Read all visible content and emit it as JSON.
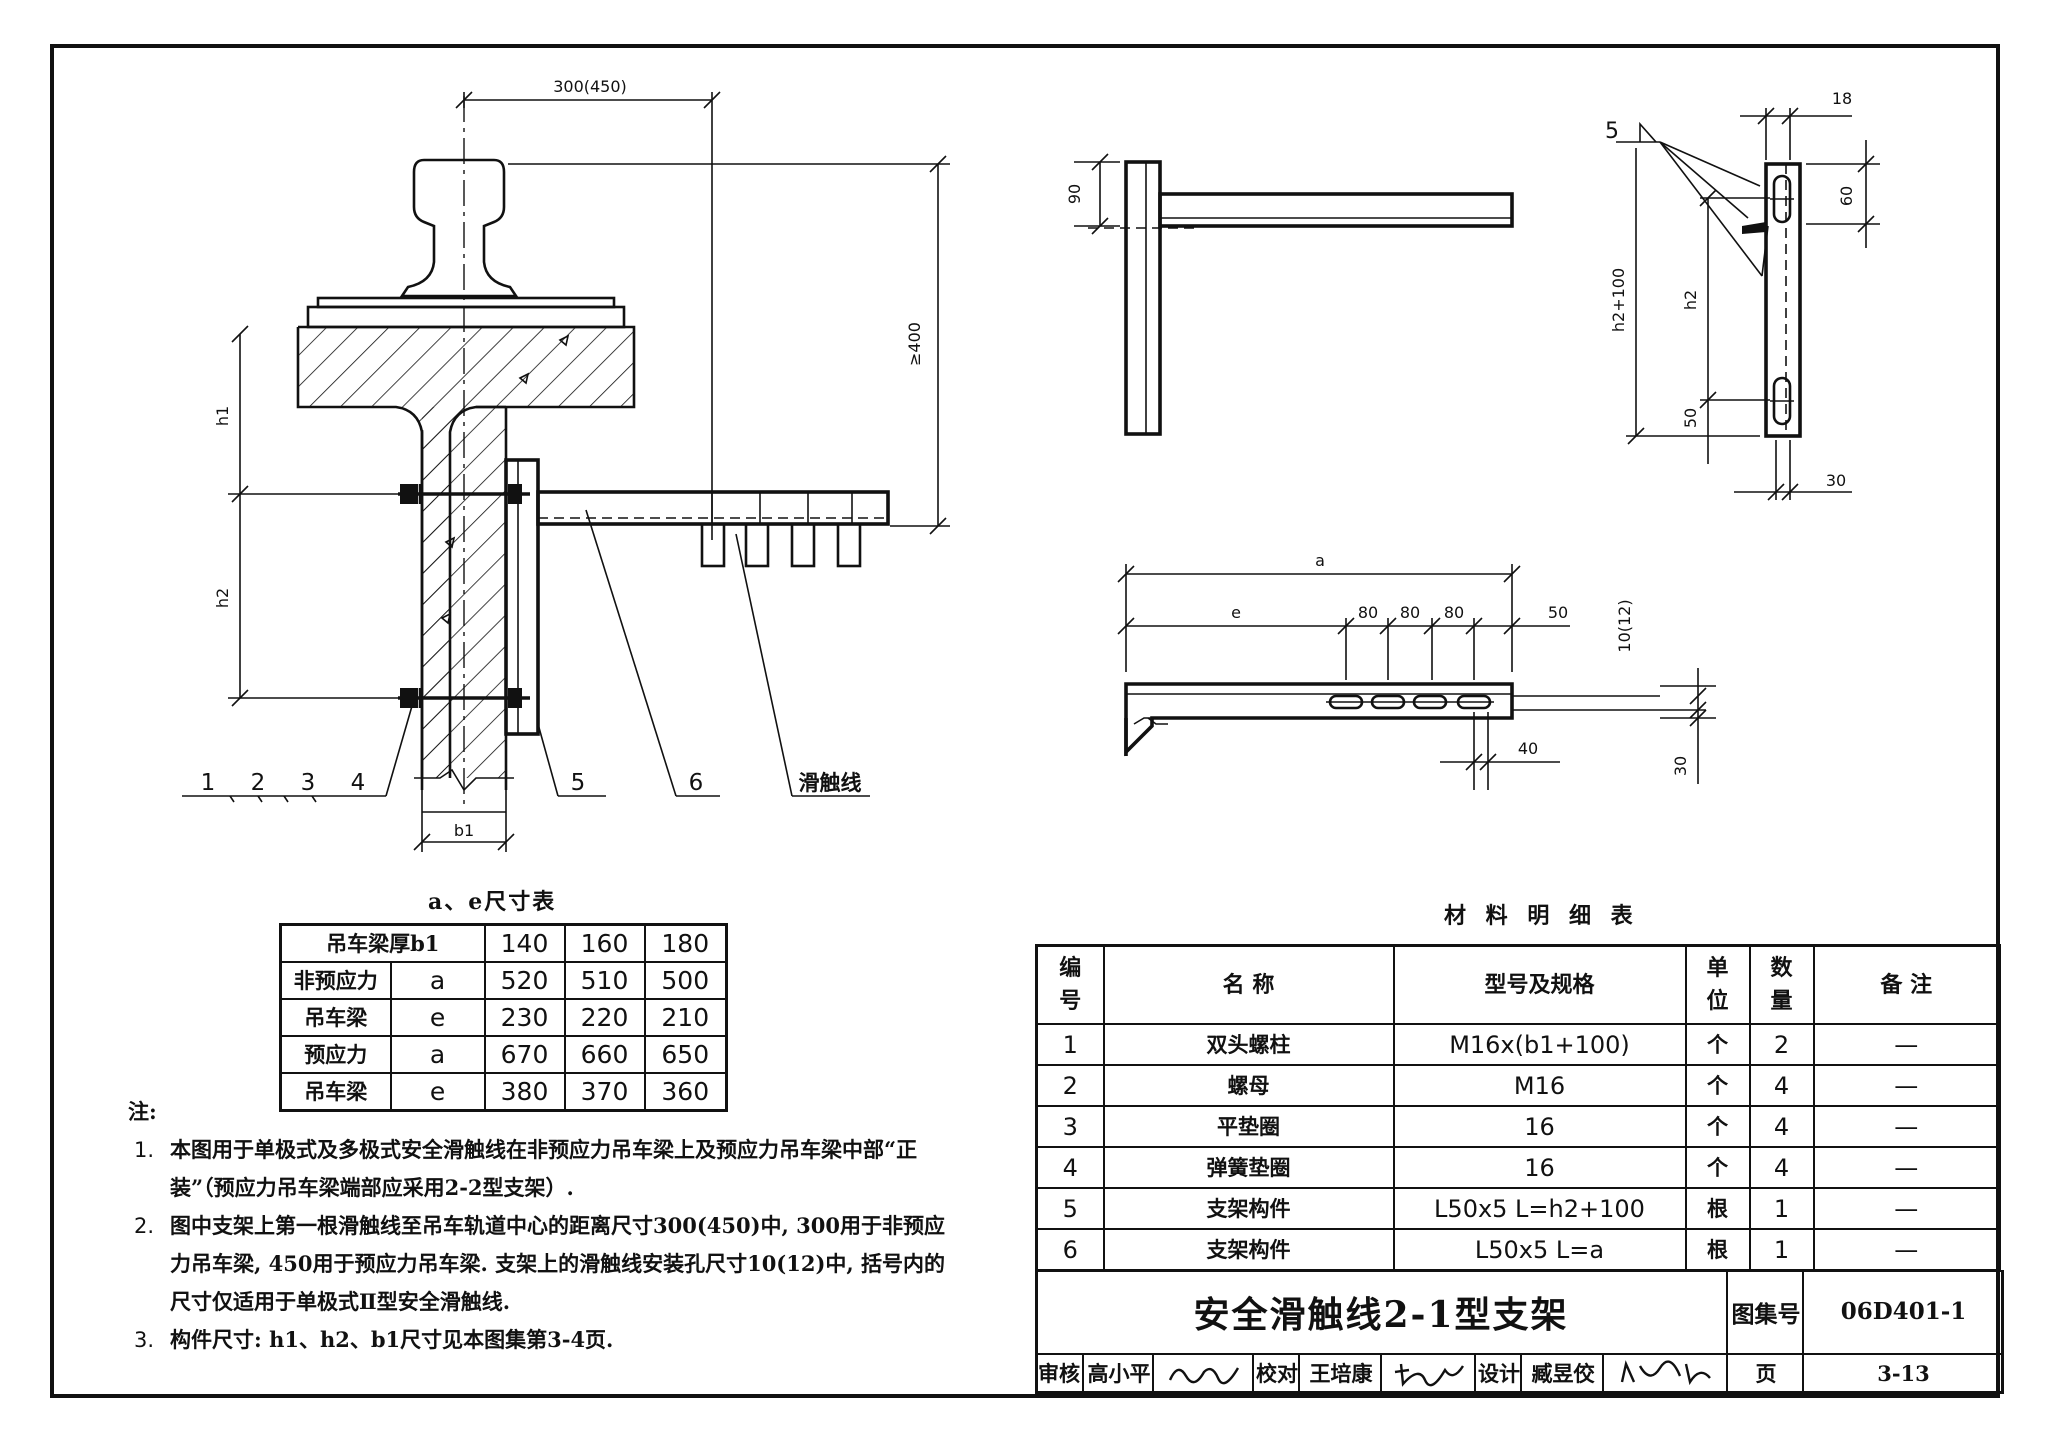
{
  "drawing": {
    "dims": {
      "span_300_450": "300(450)",
      "ge400": "≥400",
      "h1": "h1",
      "h2": "h2",
      "b1": "b1",
      "d90": "90",
      "d18": "18",
      "d60": "60",
      "h2_100": "h2+100",
      "d50": "50",
      "d30": "30",
      "a": "a",
      "e": "e",
      "d80": "80",
      "d10_12": "10(12)",
      "d40": "40",
      "d5": "5"
    },
    "callouts": {
      "c1": "1",
      "c2": "2",
      "c3": "3",
      "c4": "4",
      "c5": "5",
      "c6": "6",
      "wire": "滑触线"
    }
  },
  "ae_table": {
    "caption": "a、e尺寸表",
    "header_label": "吊车梁厚b1",
    "b1_values": [
      "140",
      "160",
      "180"
    ],
    "groups": [
      {
        "name_line1": "非预应力",
        "name_line2": "吊车梁",
        "rows": [
          {
            "param": "a",
            "values": [
              "520",
              "510",
              "500"
            ]
          },
          {
            "param": "e",
            "values": [
              "230",
              "220",
              "210"
            ]
          }
        ]
      },
      {
        "name_line1": "预应力",
        "name_line2": "吊车梁",
        "rows": [
          {
            "param": "a",
            "values": [
              "670",
              "660",
              "650"
            ]
          },
          {
            "param": "e",
            "values": [
              "380",
              "370",
              "360"
            ]
          }
        ]
      }
    ]
  },
  "material_table": {
    "caption": "材 料 明 细 表",
    "headers": {
      "no_1": "编",
      "no_2": "号",
      "name": "名  称",
      "spec": "型号及规格",
      "unit_1": "单",
      "unit_2": "位",
      "qty_1": "数",
      "qty_2": "量",
      "remark": "备  注"
    },
    "rows": [
      {
        "no": "1",
        "name": "双头螺柱",
        "spec": "M16x(b1+100)",
        "unit": "个",
        "qty": "2",
        "remark": "—"
      },
      {
        "no": "2",
        "name": "螺母",
        "spec": "M16",
        "unit": "个",
        "qty": "4",
        "remark": "—"
      },
      {
        "no": "3",
        "name": "平垫圈",
        "spec": "16",
        "unit": "个",
        "qty": "4",
        "remark": "—"
      },
      {
        "no": "4",
        "name": "弹簧垫圈",
        "spec": "16",
        "unit": "个",
        "qty": "4",
        "remark": "—"
      },
      {
        "no": "5",
        "name": "支架构件",
        "spec": "L50x5    L=h2+100",
        "unit": "根",
        "qty": "1",
        "remark": "—"
      },
      {
        "no": "6",
        "name": "支架构件",
        "spec": "L50x5    L=a",
        "unit": "根",
        "qty": "1",
        "remark": "—"
      }
    ]
  },
  "notes": {
    "heading": "注:",
    "items": [
      {
        "num": "1.",
        "text": "本图用于单极式及多极式安全滑触线在非预应力吊车梁上及预应力吊车梁中部“正装”（预应力吊车梁端部应采用2-2型支架）."
      },
      {
        "num": "2.",
        "text": "图中支架上第一根滑触线至吊车轨道中心的距离尺寸300(450)中, 300用于非预应力吊车梁, 450用于预应力吊车梁. 支架上的滑触线安装孔尺寸10(12)中, 括号内的尺寸仅适用于单极式Ⅱ型安全滑触线."
      },
      {
        "num": "3.",
        "text": "构件尺寸: h1、h2、b1尺寸见本图集第3-4页."
      }
    ]
  },
  "title_block": {
    "title": "安全滑触线2-1型支架",
    "atlas_label": "图集号",
    "atlas_no": "06D401-1",
    "review_label": "审核",
    "reviewer": "高小平",
    "check_label": "校对",
    "checker": "王培康",
    "design_label": "设计",
    "designer": "臧昱佼",
    "page_label": "页",
    "page_no": "3-13"
  }
}
